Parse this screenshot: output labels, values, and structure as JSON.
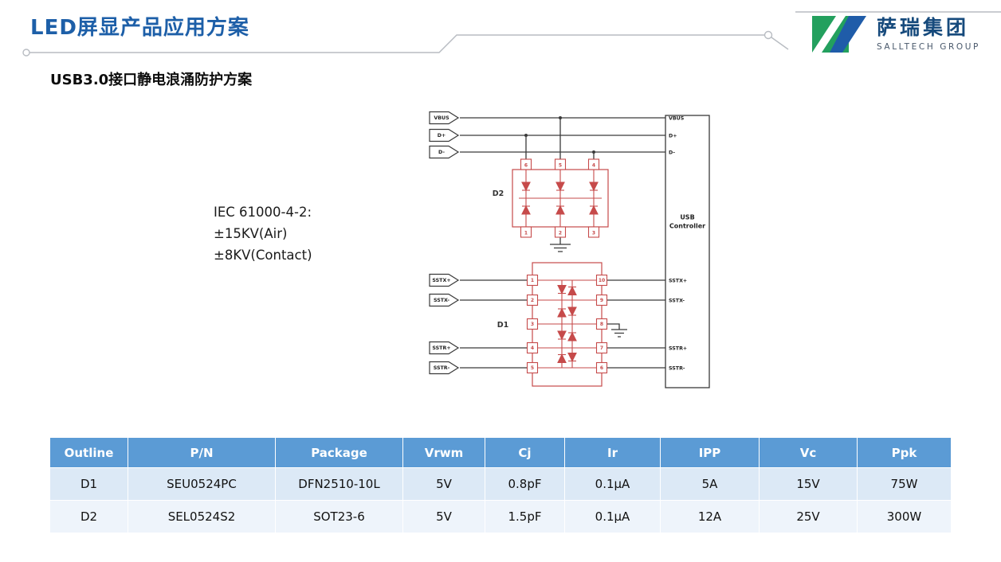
{
  "slide": {
    "title": "LED屏显产品应用方案",
    "subtitle": "USB3.0接口静电浪涌防护方案"
  },
  "logo": {
    "name_cn": "萨瑞集团",
    "name_en": "SALLTECH GROUP"
  },
  "iec_note": {
    "line1": "IEC 61000-4-2:",
    "line2": "±15KV(Air)",
    "line3": "±8KV(Contact)"
  },
  "diagram": {
    "signals": [
      "VBUS",
      "D+",
      "D-",
      "SSTX+",
      "SSTX-",
      "SSTR+",
      "SSTR-"
    ],
    "d2": {
      "label": "D2",
      "pins_top": [
        "6",
        "5",
        "4"
      ],
      "pins_bottom": [
        "1",
        "2",
        "3"
      ]
    },
    "d1": {
      "label": "D1",
      "pins_left": [
        "1",
        "2",
        "3",
        "4",
        "5"
      ],
      "pins_right": [
        "10",
        "9",
        "8",
        "7",
        "6"
      ]
    },
    "controller": {
      "title_line1": "USB",
      "title_line2": "Controller"
    },
    "colors": {
      "device": "#C64A4A",
      "wire": "#3A3A3A"
    }
  },
  "table": {
    "headers": [
      "Outline",
      "P/N",
      "Package",
      "Vrwm",
      "Cj",
      "Ir",
      "IPP",
      "Vc",
      "Ppk"
    ],
    "rows": [
      [
        "D1",
        "SEU0524PC",
        "DFN2510-10L",
        "5V",
        "0.8pF",
        "0.1μA",
        "5A",
        "15V",
        "75W"
      ],
      [
        "D2",
        "SEL0524S2",
        "SOT23-6",
        "5V",
        "1.5pF",
        "0.1μA",
        "12A",
        "25V",
        "300W"
      ]
    ],
    "colors": {
      "header_bg": "#5B9BD5",
      "row1_bg": "#DCE9F6",
      "row2_bg": "#EEF4FB",
      "header_text": "#FFFFFF",
      "accent_blue": "#1D5FA8"
    }
  }
}
